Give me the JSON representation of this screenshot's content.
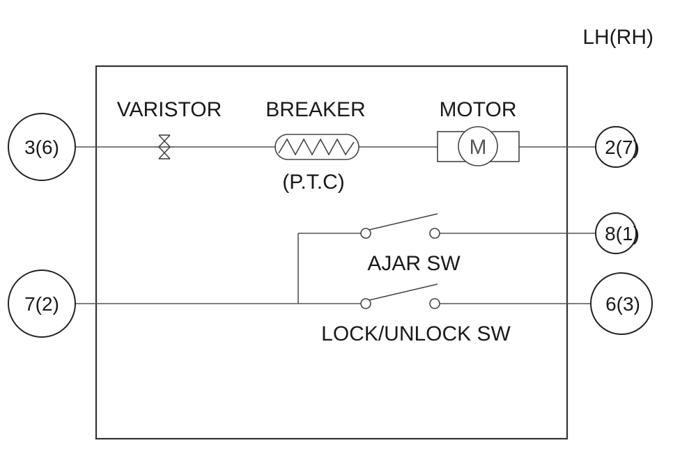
{
  "side_label": "LH(RH)",
  "components": {
    "varistor": "VARISTOR",
    "breaker": "BREAKER",
    "breaker_sub": "(P.T.C)",
    "motor": "MOTOR",
    "motor_symbol": "M",
    "ajar_switch": "AJAR SW",
    "lock_switch": "LOCK/UNLOCK SW"
  },
  "terminals": {
    "left_top": "3(6)",
    "left_bottom": "7(2)",
    "right_1": "2(7)",
    "right_2": "8(1)",
    "right_3": "6(3)"
  }
}
